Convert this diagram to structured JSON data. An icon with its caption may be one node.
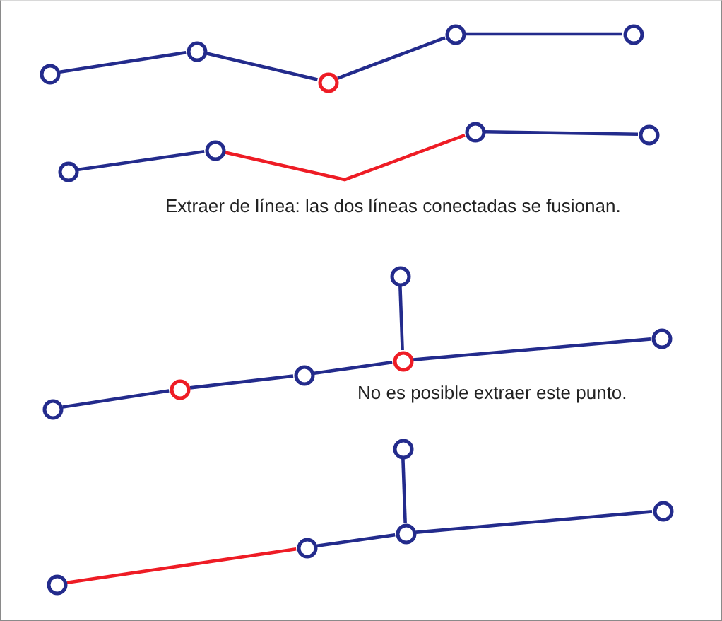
{
  "diagram": {
    "nodes": [
      {
        "text": [],
        "shape": "circle"
      },
      {
        "text": [],
        "shape": "circle"
      },
      {
        "text": [],
        "shape": "circle"
      },
      {
        "text": [],
        "shape": "circle"
      },
      {
        "text": [],
        "shape": "circle"
      },
      {
        "text": [],
        "shape": "circle"
      },
      {
        "text": [],
        "shape": "circle"
      },
      {
        "text": [],
        "shape": "circle"
      },
      {
        "text": [],
        "shape": "circle"
      },
      {
        "text": [],
        "shape": "circle"
      },
      {
        "text": [],
        "shape": "circle"
      },
      {
        "text": [],
        "shape": "circle"
      },
      {
        "text": [],
        "shape": "circle"
      },
      {
        "text": [],
        "shape": "circle"
      },
      {
        "text": [],
        "shape": "circle"
      },
      {
        "text": [],
        "shape": "circle"
      },
      {
        "text": [],
        "shape": "circle"
      },
      {
        "text": [],
        "shape": "circle"
      },
      {
        "text": [],
        "shape": "circle"
      },
      {
        "text": [],
        "shape": "circle"
      }
    ],
    "edges": [
      {
        "from": 0,
        "to": 1,
        "arrow": "none"
      },
      {
        "from": 1,
        "to": 2,
        "arrow": "none"
      },
      {
        "from": 2,
        "to": 3,
        "arrow": "none"
      },
      {
        "from": 3,
        "to": 4,
        "arrow": "none"
      },
      {
        "from": 5,
        "to": 6,
        "arrow": "none"
      },
      {
        "from": 6,
        "to": 7,
        "arrow": "none",
        "color": "#ee1c25"
      },
      {
        "from": 7,
        "to": 8,
        "arrow": "none"
      },
      {
        "from": 9,
        "to": 10,
        "arrow": "none"
      },
      {
        "from": 10,
        "to": 11,
        "arrow": "none"
      },
      {
        "from": 11,
        "to": 13,
        "arrow": "none"
      },
      {
        "from": 12,
        "to": 13,
        "arrow": "none"
      },
      {
        "from": 13,
        "to": 14,
        "arrow": "none"
      },
      {
        "from": 15,
        "to": 16,
        "arrow": "none",
        "color": "#ee1c25"
      },
      {
        "from": 16,
        "to": 18,
        "arrow": "none"
      },
      {
        "from": 17,
        "to": 18,
        "arrow": "none"
      },
      {
        "from": 18,
        "to": 19,
        "arrow": "none"
      }
    ],
    "labels": [
      "Extraer de línea: las dos líneas conectadas se fusionan.",
      "No es posible extraer este punto."
    ]
  }
}
